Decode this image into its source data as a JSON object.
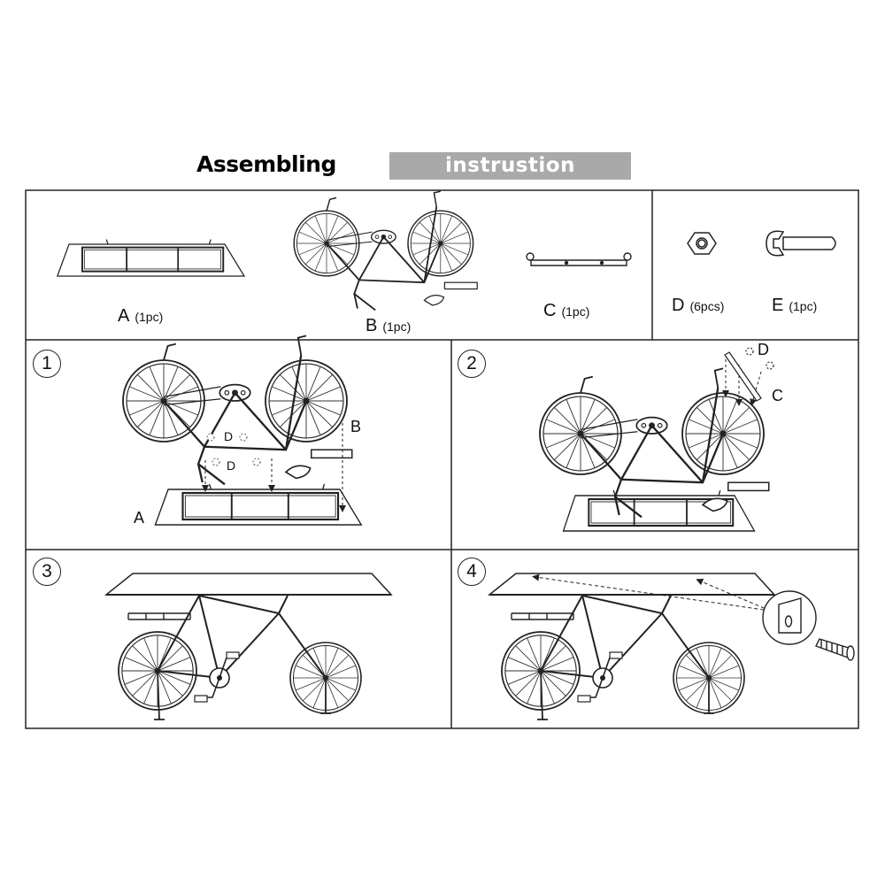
{
  "header": {
    "title_main": "Assembling",
    "title_badge": "instrustion"
  },
  "parts": [
    {
      "letter": "A",
      "qty": "(1pc)"
    },
    {
      "letter": "B",
      "qty": "(1pc)"
    },
    {
      "letter": "C",
      "qty": "(1pc)"
    },
    {
      "letter": "D",
      "qty": "(6pcs)"
    },
    {
      "letter": "E",
      "qty": "(1pc)"
    }
  ],
  "steps": [
    {
      "number": "1",
      "labels": [
        "D",
        "D",
        "B",
        "A"
      ]
    },
    {
      "number": "2",
      "labels": [
        "D",
        "C"
      ]
    },
    {
      "number": "3"
    },
    {
      "number": "4"
    }
  ],
  "colors": {
    "line": "#222222",
    "badge": "#a9a9a9"
  }
}
